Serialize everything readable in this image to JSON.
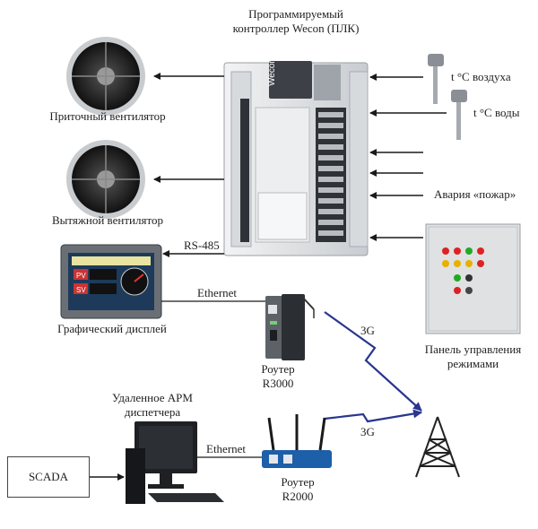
{
  "plc": {
    "title_line1": "Программируемый",
    "title_line2": "контроллер Wecon (ПЛК)",
    "brand": "Wecon"
  },
  "inputs": {
    "air_temp": "t °С воздуха",
    "water_temp": "t °С воды",
    "fire_alarm": "Авария «пожар»"
  },
  "fans": {
    "supply": "Приточный вентилятор",
    "exhaust": "Вытяжной вентилятор"
  },
  "display": {
    "label": "Графический дисплей",
    "link": "RS-485",
    "screen_values": [
      "PV",
      "SV"
    ]
  },
  "control_panel": {
    "label_line1": "Панель управления",
    "label_line2": "режимами"
  },
  "router_r3000": {
    "line1": "Роутер",
    "line2": "R3000",
    "link_label": "Ethernet",
    "wireless": "3G"
  },
  "router_r2000": {
    "line1": "Роутер",
    "line2": "R2000",
    "link_label": "Ethernet",
    "wireless": "3G"
  },
  "workstation": {
    "line1": "Удаленное АРМ",
    "line2": "диспетчера"
  },
  "scada": {
    "label": "SCADA"
  },
  "colors": {
    "arrow": "#1a1a1a",
    "wireless": "#2a3590",
    "plc_body": "#e6e8ea",
    "router_blue": "#1d5fa8",
    "panel": "#dfe1e2"
  }
}
